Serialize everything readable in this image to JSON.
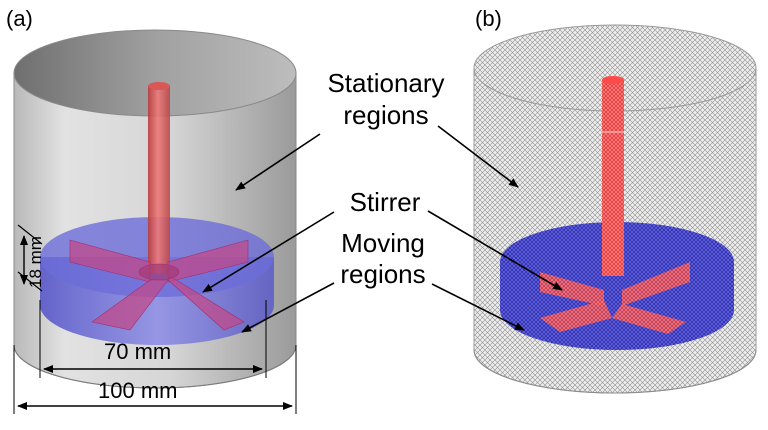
{
  "panels": {
    "a": {
      "label": "(a)"
    },
    "b": {
      "label": "(b)"
    }
  },
  "annotations": {
    "stationary_line1": "Stationary",
    "stationary_line2": "regions",
    "stirrer": "Stirrer",
    "moving_line1": "Moving",
    "moving_line2": "regions"
  },
  "dimensions": {
    "height": "18 mm",
    "impeller_diameter": "70 mm",
    "vessel_diameter": "100 mm"
  },
  "colors": {
    "vessel": "#c9c9c9",
    "moving_region": "#5a5ad8",
    "stirrer": "#e04848",
    "mesh_gray": "#9a9a9a",
    "mesh_blue": "#2a2aa8",
    "mesh_red": "#ff2a2a"
  }
}
